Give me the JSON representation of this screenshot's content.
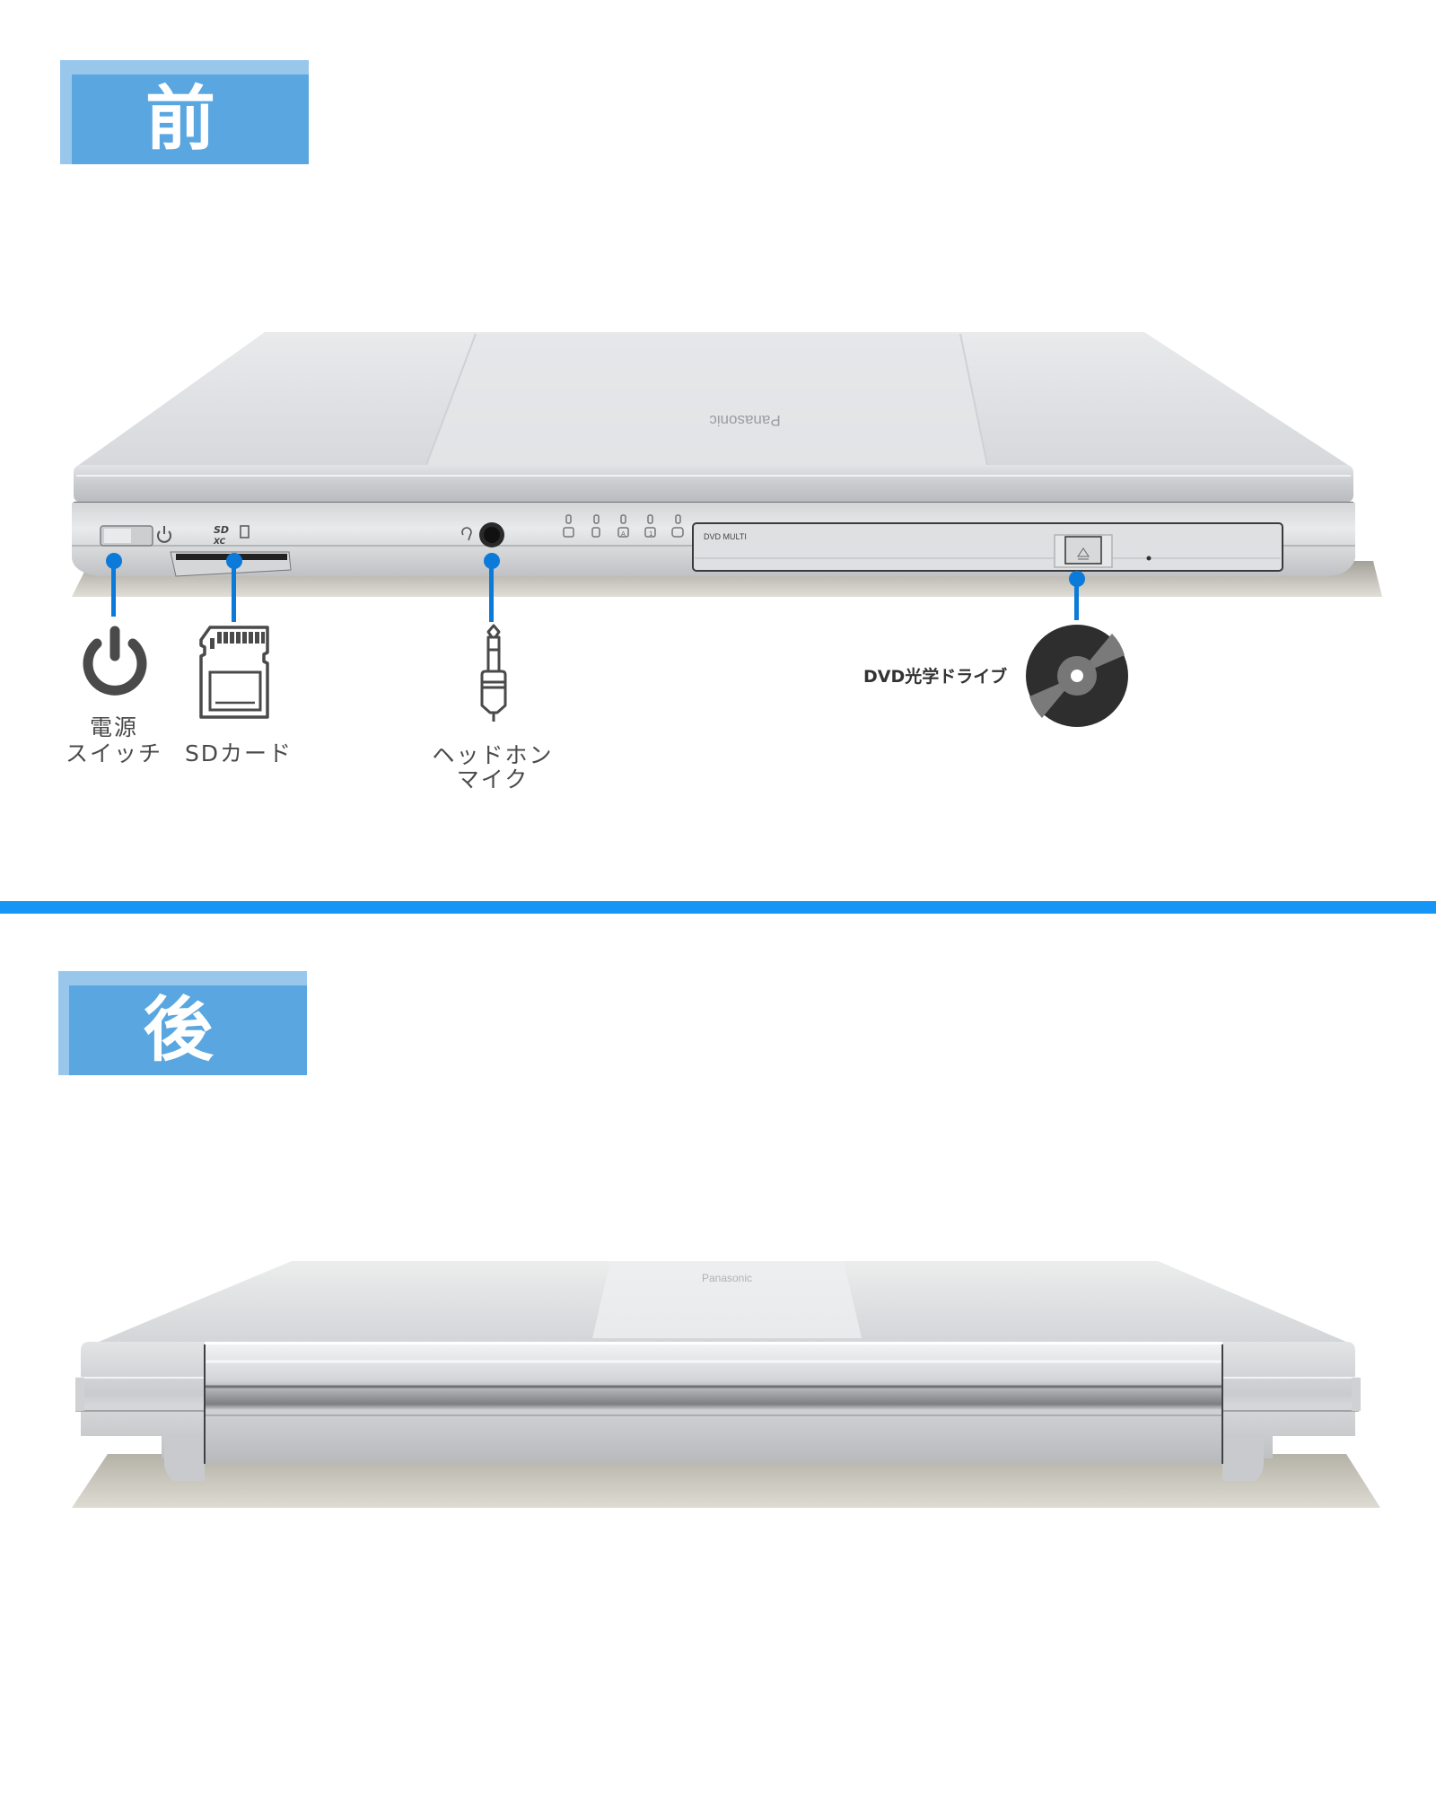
{
  "colors": {
    "badge_light": "#99C7EC",
    "badge_dark": "#5AA6E0",
    "divider": "#1595F5",
    "callout": "#0C7AD8",
    "icon_dark": "#4a4a4a",
    "label_text": "#4a4a4a"
  },
  "front": {
    "heading": "前",
    "laptop": {
      "brand_logo": "Panasonic",
      "drive_label": "DVD MULTI",
      "indicators": [
        "wireless",
        "battery",
        "caps-lock",
        "num-lock",
        "hdd"
      ]
    },
    "callouts": [
      {
        "id": "power",
        "icon": "power-icon",
        "label_line1": "電源",
        "label_line2": "スイッチ"
      },
      {
        "id": "sd",
        "icon": "sd-card-icon",
        "label_line1": "SDカード"
      },
      {
        "id": "headphone",
        "icon": "audio-jack-icon",
        "label_line1": "ヘッドホン",
        "label_line2": "マイク"
      },
      {
        "id": "dvd",
        "icon": "disc-icon",
        "label_line1": "DVD光学ドライブ"
      }
    ]
  },
  "rear": {
    "heading": "後",
    "laptop": {
      "brand_logo": "Panasonic"
    }
  }
}
